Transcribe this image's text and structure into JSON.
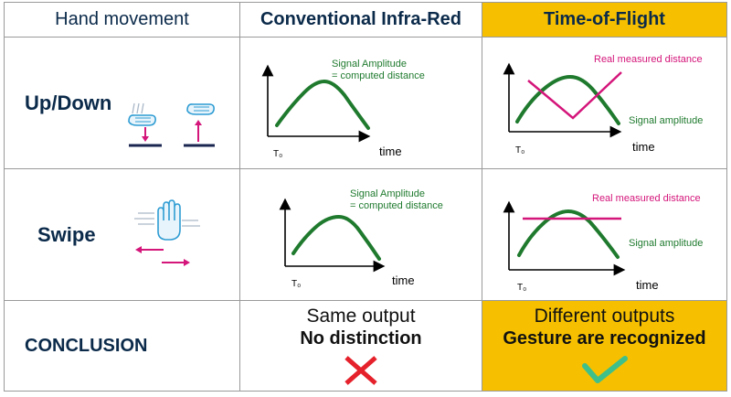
{
  "header": {
    "col1": "Hand movement",
    "col2": "Conventional Infra-Red",
    "col3": "Time-of-Flight"
  },
  "rows": {
    "updown": {
      "label": "Up/Down",
      "ir_annotation_1": "Signal Amplitude",
      "ir_annotation_2": "= computed distance",
      "tof_distance_label": "Real measured distance",
      "tof_amplitude_label": "Signal amplitude"
    },
    "swipe": {
      "label": "Swipe",
      "ir_annotation_1": "Signal Amplitude",
      "ir_annotation_2": "= computed distance",
      "tof_distance_label": "Real measured distance",
      "tof_amplitude_label": "Signal amplitude"
    },
    "conclusion": {
      "label": "CONCLUSION",
      "ir_line1": "Same output",
      "ir_line2": "No distinction",
      "tof_line1": "Different outputs",
      "tof_line2": "Gesture are recognized"
    }
  },
  "axes": {
    "x_label": "time",
    "origin_label": "T₀"
  },
  "icons": {
    "up_down": "hand-up-down-icon",
    "swipe": "hand-swipe-icon",
    "fail": "red-cross-icon",
    "success": "green-check-icon"
  },
  "colors": {
    "signal_amplitude": "#1f7a2e",
    "measured_distance": "#d4157a",
    "highlight": "#f6c000",
    "text_dark": "#0b2a4a",
    "cross": "#e5212b",
    "check": "#3fbf8a"
  }
}
